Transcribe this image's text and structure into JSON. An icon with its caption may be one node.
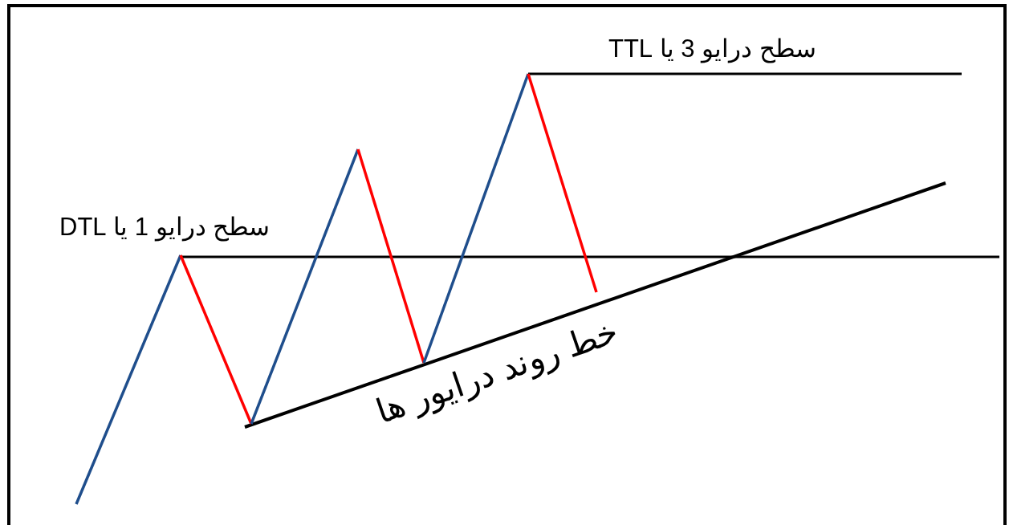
{
  "diagram": {
    "labels": [
      "سطح درایو 3 یا TTL",
      "سطح درایو 1 یا DTL",
      "خط روند درایور ها"
    ]
  }
}
